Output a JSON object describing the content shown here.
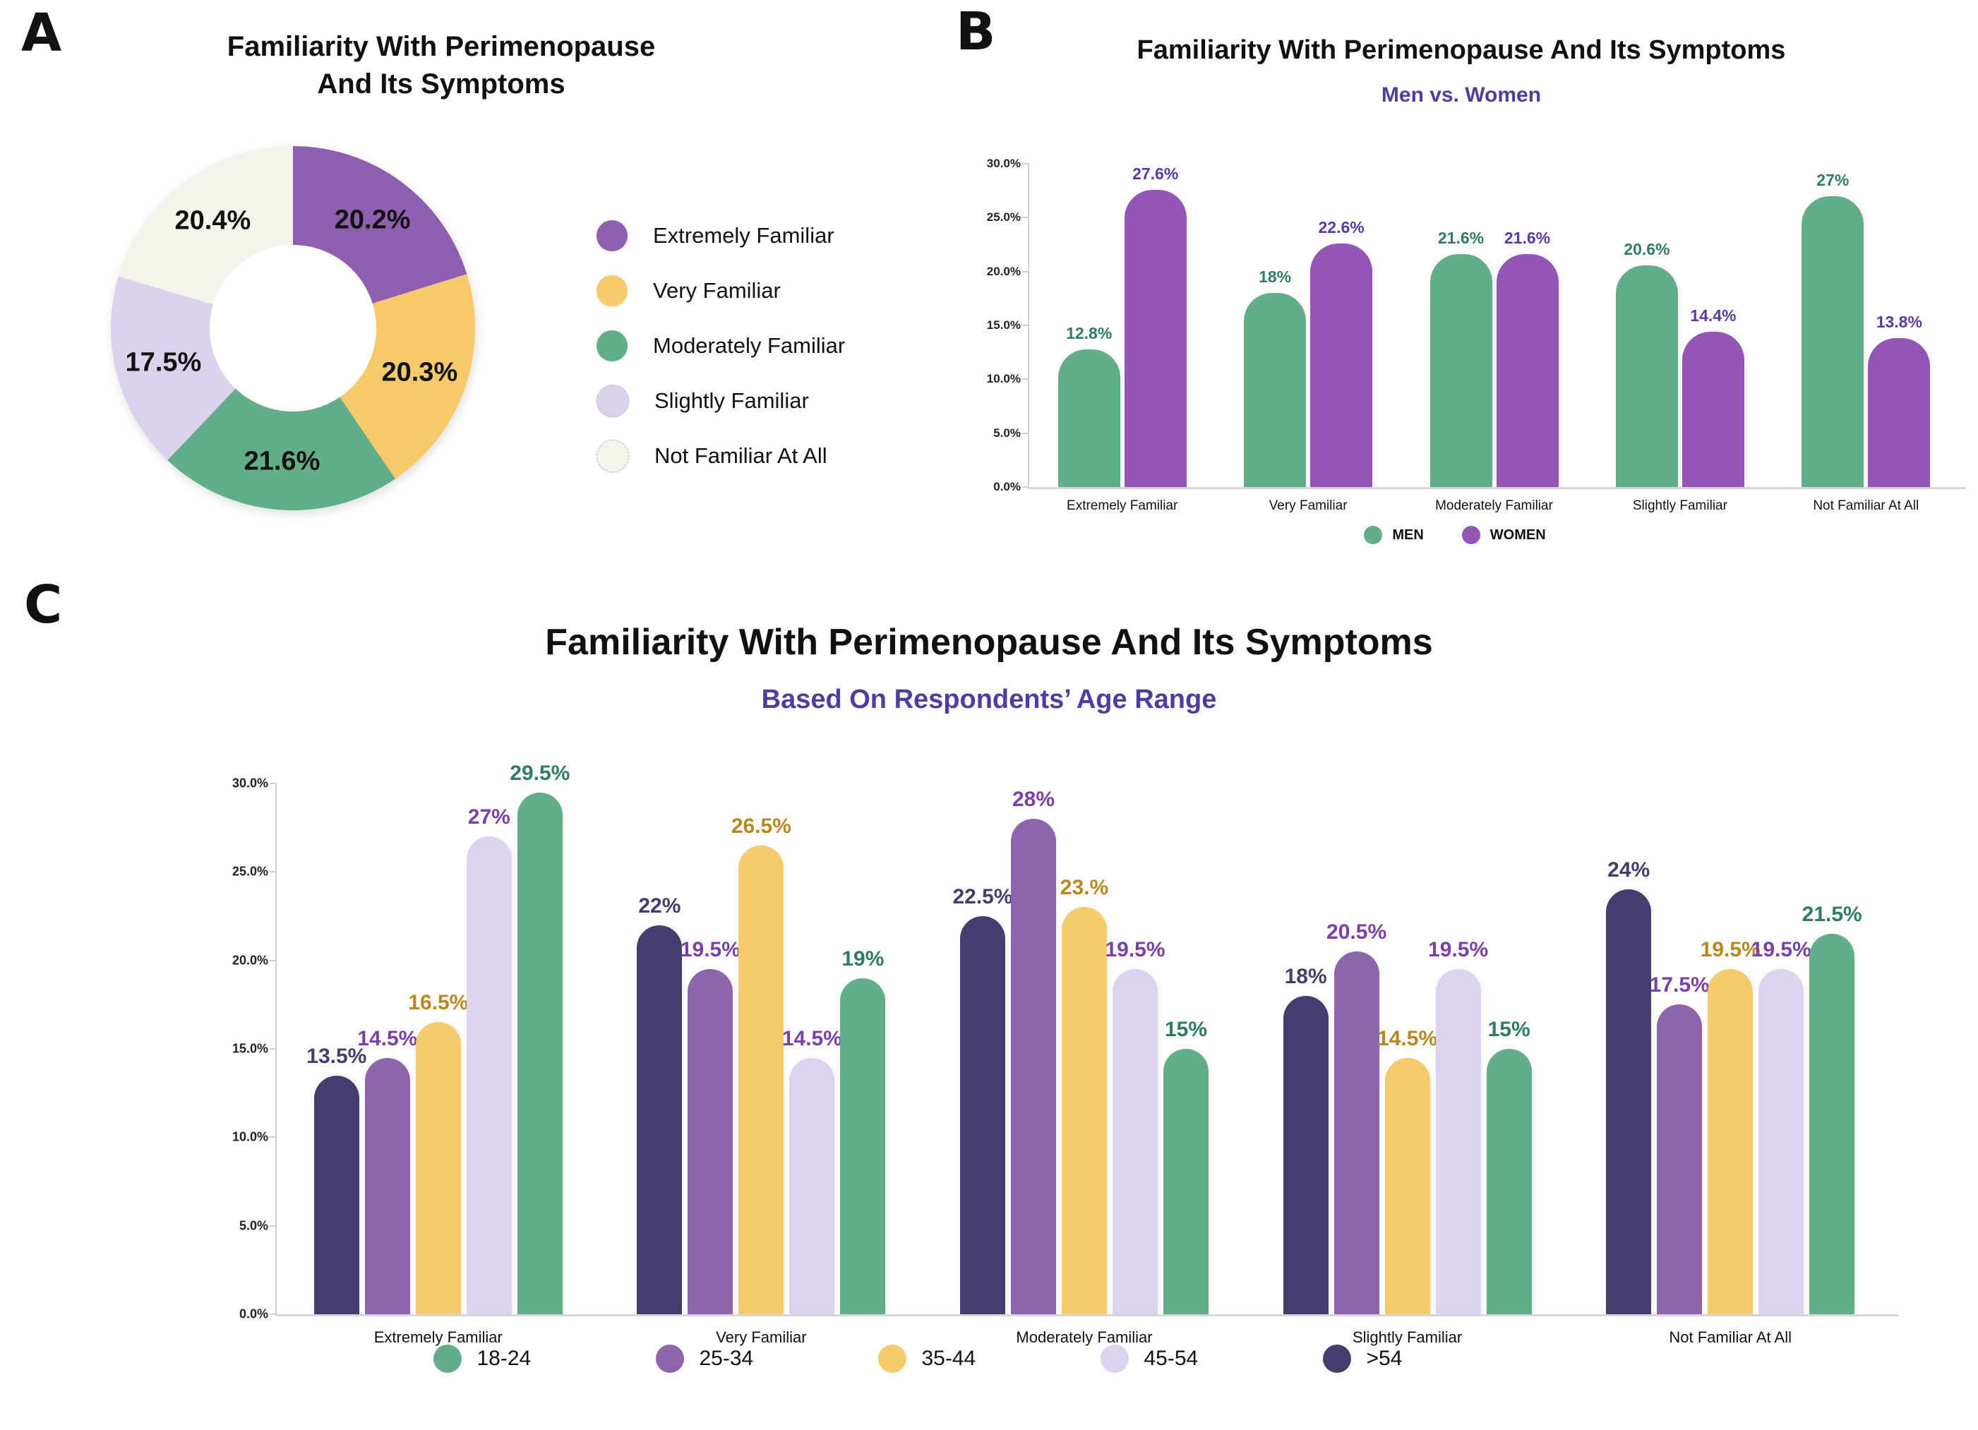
{
  "colors": {
    "extremely_familiar": "#8E5FAE",
    "very_familiar": "#F6CA6B",
    "moderately_familiar": "#63AE8A",
    "slightly_familiar": "#DCD2EE",
    "not_familiar_at_all": "#F4F4EC",
    "men": "#63AE8A",
    "women": "#9455B8",
    "age_18_24": "#63AE8A",
    "age_25_34": "#8E65AD",
    "age_35_44": "#F5CC6B",
    "age_45_54": "#DDD3EF",
    "age_over_54": "#463C6E",
    "subtitle": "#4a3f9e",
    "label_green": "#2f7d5b",
    "label_purple": "#5b3a9e",
    "label_gold": "#b8871f",
    "label_violet": "#7a3fa8",
    "label_darkpurple": "#463C6E"
  },
  "panels": {
    "a": {
      "letter": "A",
      "title": "Familiarity With Perimenopause And Its Symptoms",
      "title_line1": "Familiarity With Perimenopause",
      "title_line2": "And Its Symptoms",
      "legend": [
        {
          "label": "Extremely Familiar",
          "color_key": "extremely_familiar"
        },
        {
          "label": "Very Familiar",
          "color_key": "very_familiar"
        },
        {
          "label": "Moderately Familiar",
          "color_key": "moderately_familiar"
        },
        {
          "label": "Slightly Familiar",
          "color_key": "slightly_familiar"
        },
        {
          "label": "Not Familiar At All",
          "color_key": "not_familiar_at_all"
        }
      ]
    },
    "b": {
      "letter": "B",
      "title": "Familiarity With Perimenopause And Its Symptoms",
      "subtitle": "Men vs. Women",
      "legend": [
        {
          "label": "MEN",
          "color_key": "men"
        },
        {
          "label": "WOMEN",
          "color_key": "women"
        }
      ]
    },
    "c": {
      "letter": "C",
      "title": "Familiarity With Perimenopause And Its Symptoms",
      "subtitle": "Based On Respondents’ Age Range",
      "legend": [
        {
          "label": "18-24",
          "color_key": "age_18_24"
        },
        {
          "label": "25-34",
          "color_key": "age_25_34"
        },
        {
          "label": "35-44",
          "color_key": "age_35_44"
        },
        {
          "label": "45-54",
          "color_key": "age_45_54"
        },
        {
          "label": ">54",
          "color_key": "age_over_54"
        }
      ]
    }
  },
  "chart_data": [
    {
      "id": "panel_a_donut",
      "type": "pie",
      "title": "Familiarity With Perimenopause And Its Symptoms",
      "labels": [
        "Extremely Familiar",
        "Very Familiar",
        "Moderately Familiar",
        "Slightly Familiar",
        "Not Familiar At All"
      ],
      "values": [
        20.2,
        20.3,
        21.6,
        17.5,
        20.4
      ],
      "value_labels": [
        "20.2%",
        "20.3%",
        "21.6%",
        "17.5%",
        "20.4%"
      ],
      "colors": [
        "#8E5FAE",
        "#F6CA6B",
        "#63AE8A",
        "#DCD2EE",
        "#F4F4EC"
      ],
      "donut": true,
      "legend_position": "right"
    },
    {
      "id": "panel_b_men_women",
      "type": "bar",
      "title": "Familiarity With Perimenopause And Its Symptoms",
      "subtitle": "Men vs. Women",
      "categories": [
        "Extremely Familiar",
        "Very Familiar",
        "Moderately Familiar",
        "Slightly Familiar",
        "Not Familiar At All"
      ],
      "series": [
        {
          "name": "MEN",
          "color": "#63AE8A",
          "values": [
            12.8,
            18,
            21.6,
            20.6,
            27
          ],
          "value_labels": [
            "12.8%",
            "18%",
            "21.6%",
            "20.6%",
            "27%"
          ]
        },
        {
          "name": "WOMEN",
          "color": "#9455B8",
          "values": [
            27.6,
            22.6,
            21.6,
            14.4,
            13.8
          ],
          "value_labels": [
            "27.6%",
            "22.6%",
            "21.6%",
            "14.4%",
            "13.8%"
          ]
        }
      ],
      "xlabel": "",
      "ylabel": "",
      "ylim": [
        0,
        30
      ],
      "yticks": [
        "0.0%",
        "5.0%",
        "10.0%",
        "15.0%",
        "20.0%",
        "25.0%",
        "30.0%"
      ],
      "grid": false,
      "legend_position": "bottom"
    },
    {
      "id": "panel_c_age_range",
      "type": "bar",
      "title": "Familiarity With Perimenopause And Its Symptoms",
      "subtitle": "Based On Respondents’ Age Range",
      "categories": [
        "Extremely Familiar",
        "Very Familiar",
        "Moderately Familiar",
        "Slightly Familiar",
        "Not Familiar At All"
      ],
      "series": [
        {
          "name": ">54",
          "color": "#463C6E",
          "values": [
            13.5,
            22,
            22.5,
            18,
            24
          ],
          "value_labels": [
            "13.5%",
            "22%",
            "22.5%",
            "18%",
            "24%"
          ]
        },
        {
          "name": "25-34",
          "color": "#8E65AD",
          "values": [
            14.5,
            19.5,
            28,
            20.5,
            17.5
          ],
          "value_labels": [
            "14.5%",
            "19.5%",
            "28%",
            "20.5%",
            "17.5%"
          ]
        },
        {
          "name": "35-44",
          "color": "#F5CC6B",
          "values": [
            16.5,
            26.5,
            23,
            14.5,
            19.5
          ],
          "value_labels": [
            "16.5%",
            "26.5%",
            "23.%",
            "14.5%",
            "19.5%"
          ]
        },
        {
          "name": "45-54",
          "color": "#DDD3EF",
          "values": [
            27,
            14.5,
            19.5,
            19.5,
            19.5
          ],
          "value_labels": [
            "27%",
            "14.5%",
            "19.5%",
            "19.5%",
            "19.5%"
          ]
        },
        {
          "name": "18-24",
          "color": "#63AE8A",
          "values": [
            29.5,
            19,
            15,
            15,
            21.5
          ],
          "value_labels": [
            "29.5%",
            "19%",
            "15%",
            "15%",
            "21.5%"
          ]
        }
      ],
      "xlabel": "",
      "ylabel": "",
      "ylim": [
        0,
        30
      ],
      "yticks": [
        "0.0%",
        "5.0%",
        "10.0%",
        "15.0%",
        "20.0%",
        "25.0%",
        "30.0%"
      ],
      "grid": false,
      "legend_position": "bottom"
    }
  ]
}
